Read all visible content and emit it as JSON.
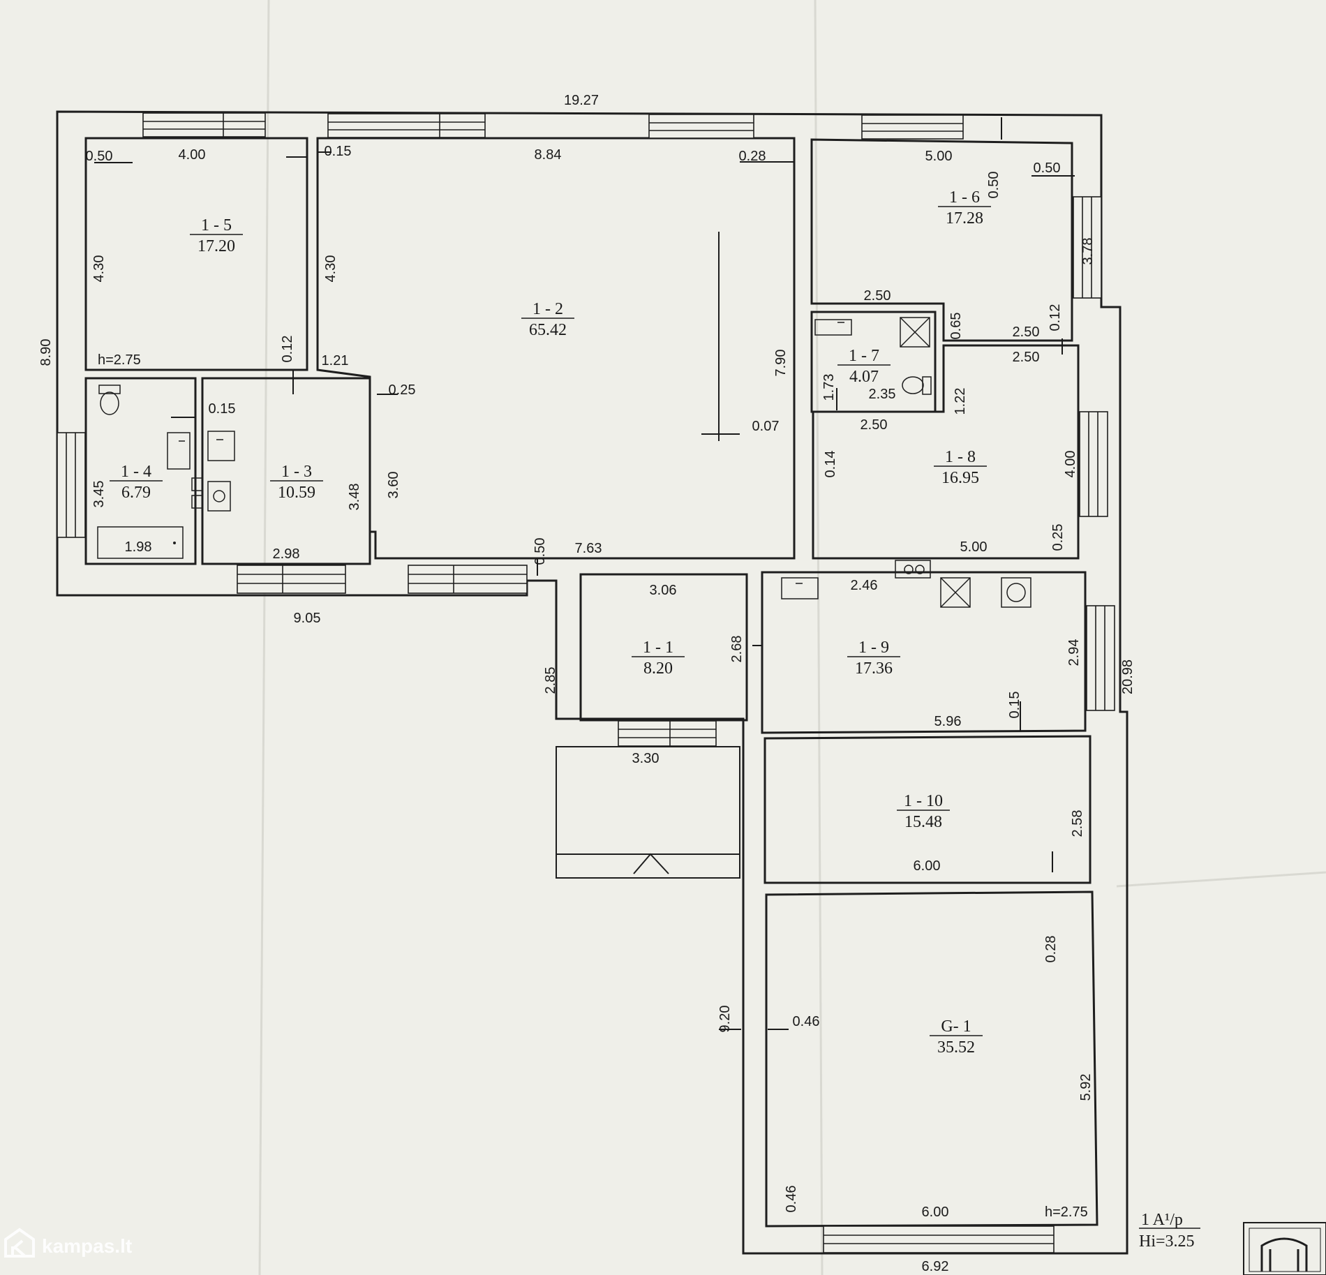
{
  "rooms": [
    {
      "id": "1 - 5",
      "area": "17.20"
    },
    {
      "id": "1 - 2",
      "area": "65.42"
    },
    {
      "id": "1 - 6",
      "area": "17.28"
    },
    {
      "id": "1 - 7",
      "area": "4.07"
    },
    {
      "id": "1 - 8",
      "area": "16.95"
    },
    {
      "id": "1 - 4",
      "area": "6.79"
    },
    {
      "id": "1 - 3",
      "area": "10.59"
    },
    {
      "id": "1 - 1",
      "area": "8.20"
    },
    {
      "id": "1 - 9",
      "area": "17.36"
    },
    {
      "id": "1 - 10",
      "area": "15.48"
    },
    {
      "id": "G- 1",
      "area": "35.52"
    }
  ],
  "dimensions": [
    "19.27",
    "0.50",
    "4.00",
    "0.15",
    "8.84",
    "0.28",
    "5.00",
    "0.50",
    "0.50",
    "4.30",
    "4.30",
    "8.90",
    "0.12",
    "1.21",
    "7.90",
    "3.78",
    "2.50",
    "0.65",
    "2.50",
    "0.12",
    "1.73",
    "1.22",
    "2.50",
    "2.35",
    "0.25",
    "0.15",
    "0.07",
    "2.50",
    "0.14",
    "4.00",
    "3.45",
    "3.48",
    "3.60",
    "1.98",
    "2.98",
    "0.50",
    "7.63",
    "5.00",
    "0.25",
    "9.05",
    "3.06",
    "2.46",
    "2.68",
    "2.85",
    "2.94",
    "20.98",
    "0.15",
    "5.96",
    "3.30",
    "2.58",
    "6.00",
    "0.28",
    "9.20",
    "0.46",
    "5.92",
    "0.46",
    "6.00",
    "6.92"
  ],
  "heights": {
    "h1": "h=2.75",
    "h2": "h=2.75"
  },
  "stamp": {
    "line1": "1 A¹/p",
    "line2": "Hi=3.25"
  },
  "watermark": "kampas.lt"
}
